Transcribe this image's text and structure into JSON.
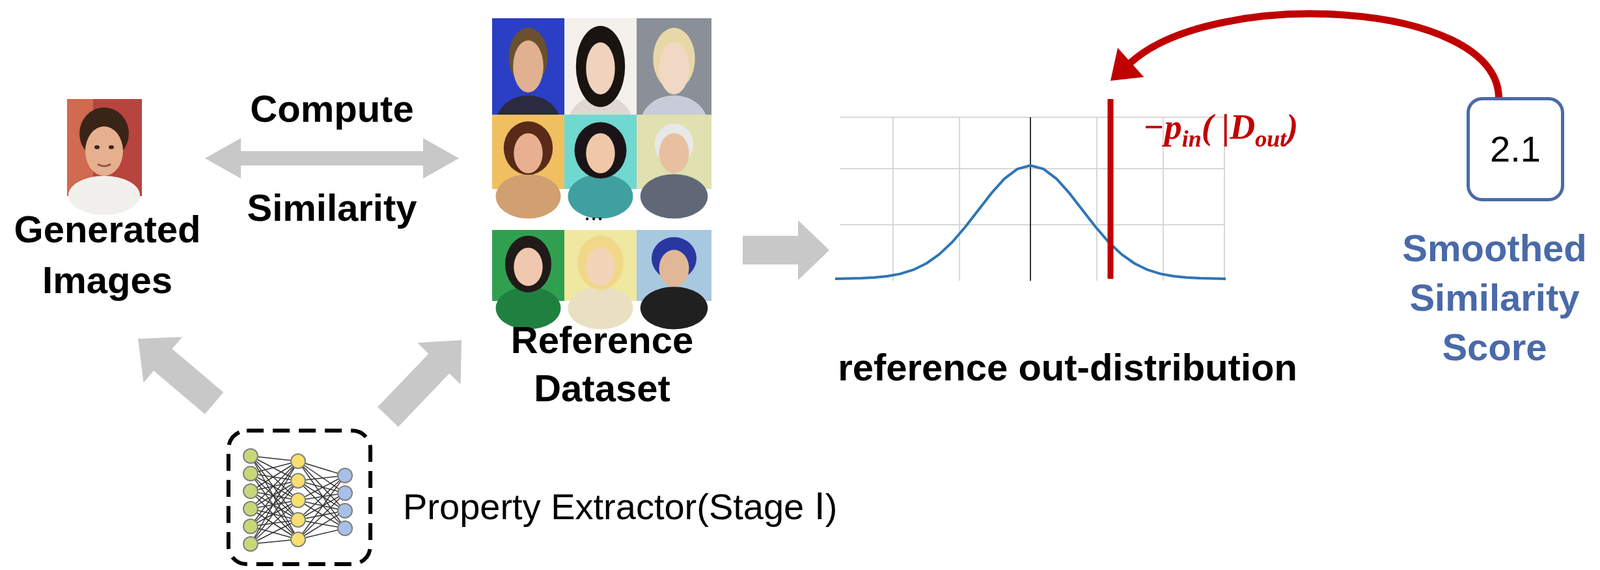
{
  "diagram": {
    "nodes": [
      {
        "text": [
          "Generated Images"
        ]
      },
      {
        "text": [
          "Reference Dataset"
        ]
      },
      {
        "text": [
          "reference out-distribution"
        ]
      },
      {
        "text": [
          "2.1",
          "Smoothed Similarity Score"
        ]
      },
      {
        "text": [
          "Property Extractor(Stage Ⅰ)"
        ]
      }
    ],
    "edges": [
      {
        "from": 0,
        "to": 1,
        "arrow": "both",
        "label": "Compute Similarity"
      },
      {
        "from": 1,
        "to": 2,
        "arrow": "to"
      },
      {
        "from": 4,
        "to": 0,
        "arrow": "to"
      },
      {
        "from": 4,
        "to": 1,
        "arrow": "to"
      },
      {
        "from": 3,
        "to": 2,
        "arrow": "to"
      }
    ],
    "labels": [
      "...",
      "−p",
      "in",
      "( |D",
      "out",
      ")"
    ]
  }
}
